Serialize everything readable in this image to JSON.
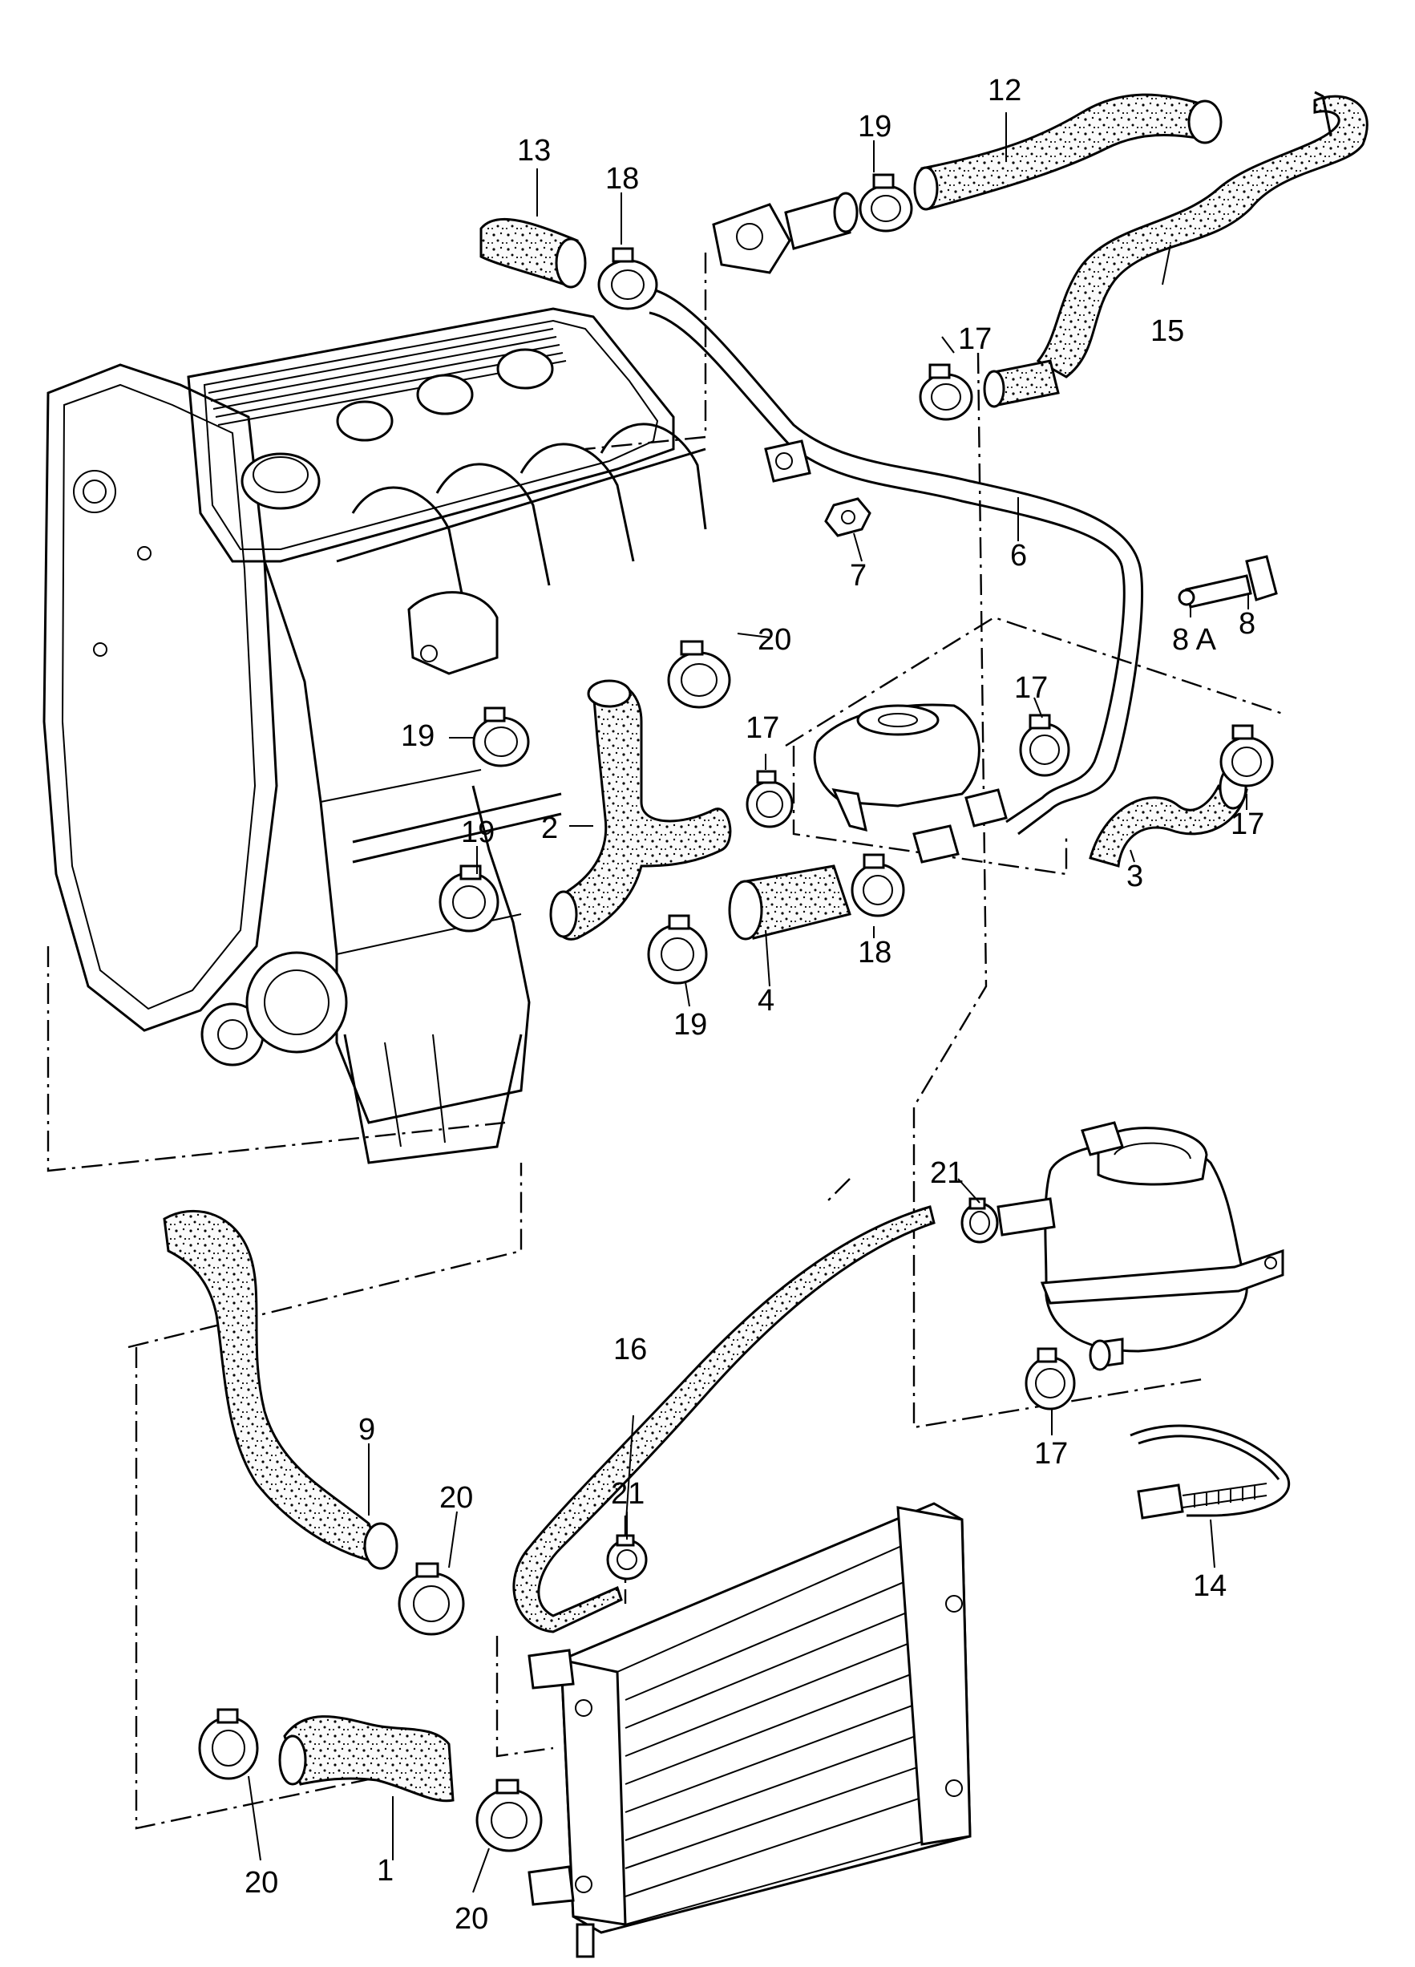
{
  "callouts": [
    {
      "id": "1",
      "label": "1"
    },
    {
      "id": "2",
      "label": "2"
    },
    {
      "id": "3",
      "label": "3"
    },
    {
      "id": "4",
      "label": "4"
    },
    {
      "id": "6",
      "label": "6"
    },
    {
      "id": "7",
      "label": "7"
    },
    {
      "id": "8",
      "label": "8"
    },
    {
      "id": "8a",
      "label": "8 A"
    },
    {
      "id": "9",
      "label": "9"
    },
    {
      "id": "12",
      "label": "12"
    },
    {
      "id": "13",
      "label": "13"
    },
    {
      "id": "14",
      "label": "14"
    },
    {
      "id": "15",
      "label": "15"
    },
    {
      "id": "16",
      "label": "16"
    },
    {
      "id": "17a",
      "label": "17"
    },
    {
      "id": "17b",
      "label": "17"
    },
    {
      "id": "17c",
      "label": "17"
    },
    {
      "id": "17d",
      "label": "17"
    },
    {
      "id": "17e",
      "label": "17"
    },
    {
      "id": "18a",
      "label": "18"
    },
    {
      "id": "18b",
      "label": "18"
    },
    {
      "id": "19a",
      "label": "19"
    },
    {
      "id": "19b",
      "label": "19"
    },
    {
      "id": "19c",
      "label": "19"
    },
    {
      "id": "19d",
      "label": "19"
    },
    {
      "id": "20a",
      "label": "20"
    },
    {
      "id": "20b",
      "label": "20"
    },
    {
      "id": "20c",
      "label": "20"
    },
    {
      "id": "20d",
      "label": "20"
    },
    {
      "id": "21a",
      "label": "21"
    },
    {
      "id": "21b",
      "label": "21"
    }
  ]
}
